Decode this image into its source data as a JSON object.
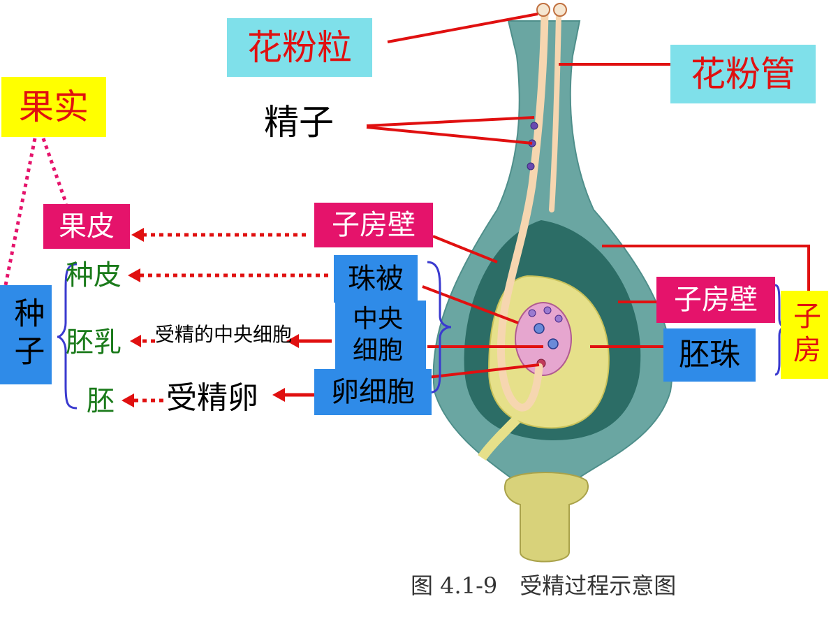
{
  "colors": {
    "red": "#e01010",
    "dotted_magenta": "#e5136b",
    "brace_blue": "#3a3acf",
    "cyan_box": "#7fe0ea",
    "pink_box": "#e5136b",
    "blue_box": "#2f8be8",
    "yellow_box": "#ffff00",
    "green_text": "#1a7a1a",
    "pistil_outer": "#6aa6a2",
    "pistil_inner": "#2c6d66",
    "ovule": "#e6e08a",
    "embryo_sac": "#e6a6cf"
  },
  "labels": {
    "pollen_grain": "花粉粒",
    "pollen_tube": "花粉管",
    "sperm": "精子",
    "fruit": "果实",
    "pericarp": "果皮",
    "ovary_wall_left": "子房壁",
    "seed": "种子",
    "seed_coat": "种皮",
    "integument": "珠被",
    "endosperm": "胚乳",
    "fertilized_central_cell": "受精的中央细胞",
    "central_cell": "中央细胞",
    "embryo": "胚",
    "zygote": "受精卵",
    "egg_cell": "卵细胞",
    "ovary_wall_right": "子房壁",
    "ovule": "胚珠",
    "ovary": "子房"
  },
  "caption": "图 4.1-9　受精过程示意图"
}
